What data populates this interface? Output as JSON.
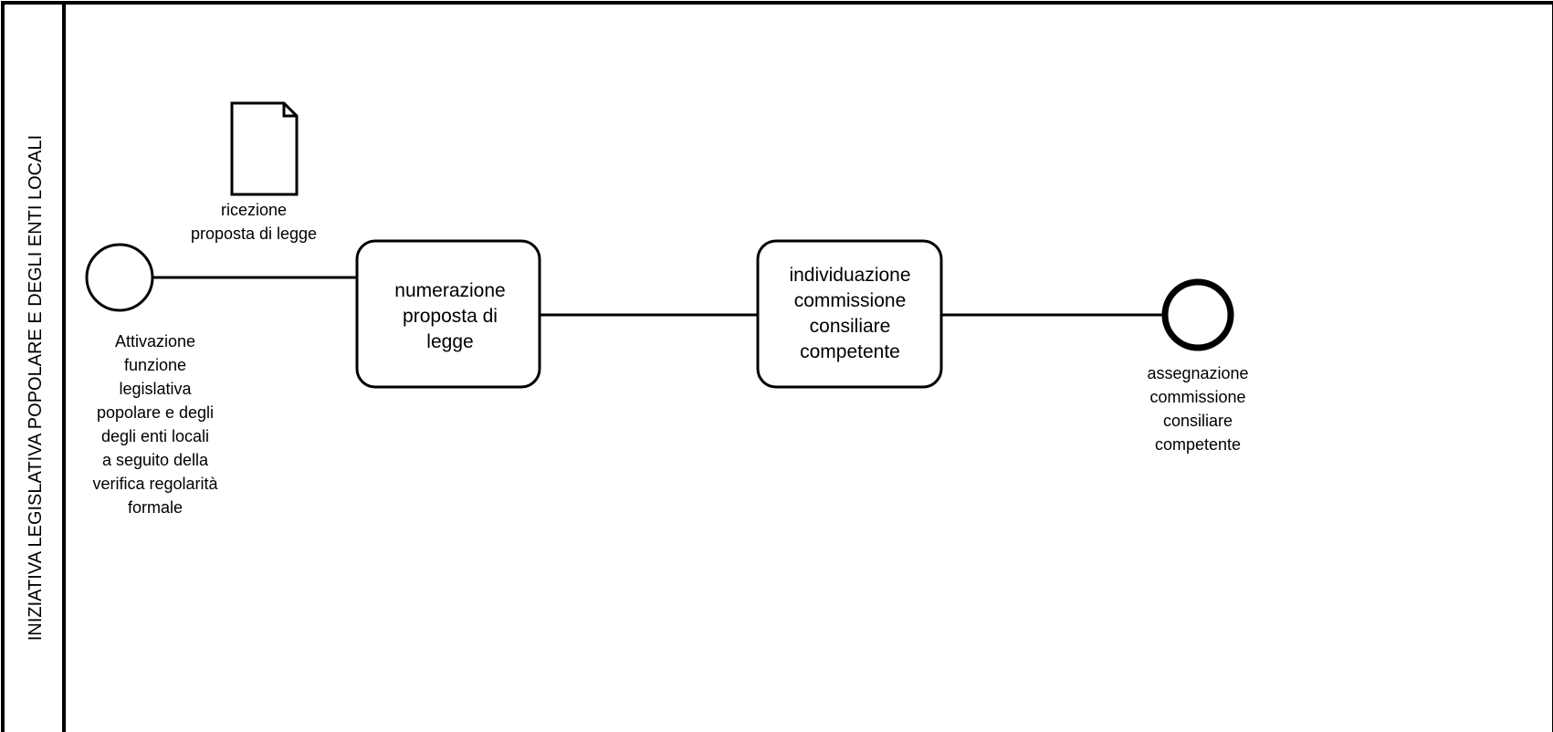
{
  "pool": {
    "lane_label": "INIZIATIVA LEGISLATIVA POPOLARE E DEGLI ENTI LOCALI"
  },
  "data_object": {
    "icon": "document-icon",
    "label_lines": [
      "ricezione",
      "proposta di legge"
    ]
  },
  "start_event": {
    "icon": "start-event-circle",
    "label_lines": [
      "Attivazione",
      "funzione",
      "legislativa",
      "popolare e degli",
      "degli enti locali",
      "a seguito della",
      "verifica regolarità",
      "formale"
    ]
  },
  "task_numerazione": {
    "label_lines": [
      "numerazione",
      "proposta di",
      "legge"
    ]
  },
  "task_individuazione": {
    "label_lines": [
      "individuazione",
      "commissione",
      "consiliare",
      "competente"
    ]
  },
  "end_event": {
    "icon": "end-event-circle",
    "label_lines": [
      "assegnazione",
      "commissione",
      "consiliare",
      "competente"
    ]
  }
}
